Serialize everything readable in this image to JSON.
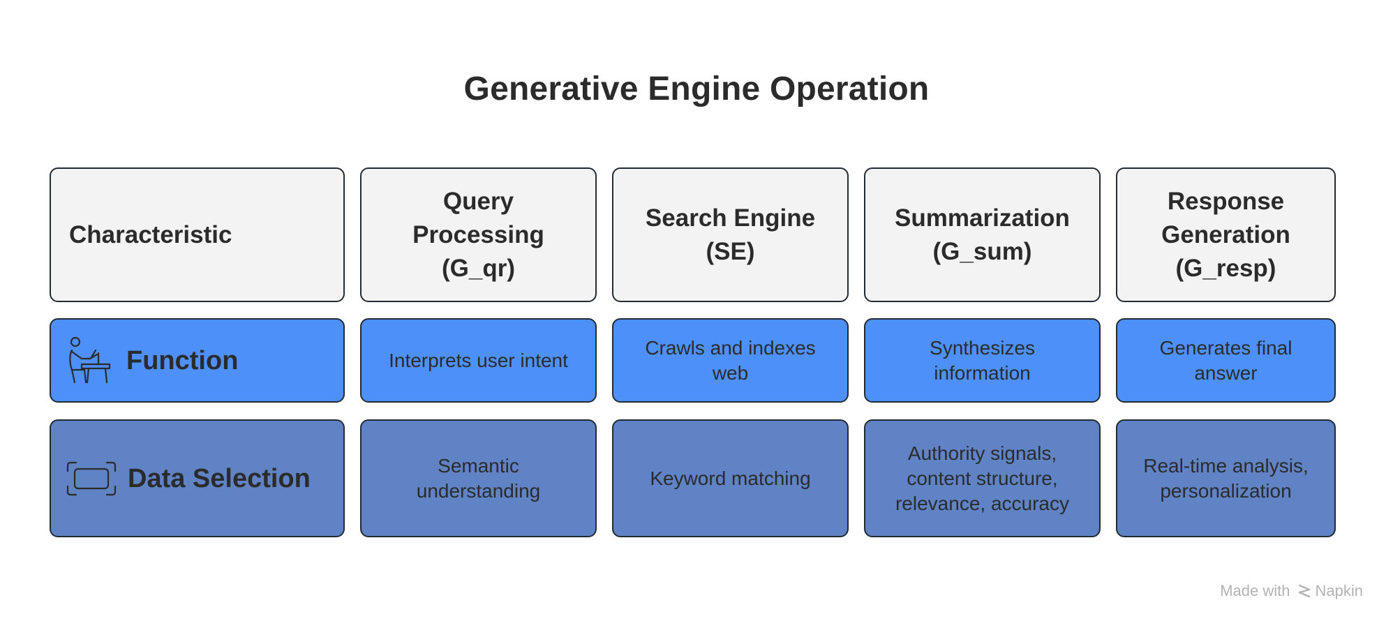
{
  "title": "Generative Engine Operation",
  "header": {
    "characteristic": "Characteristic",
    "columns": [
      "Query Processing (G_qr)",
      "Search Engine (SE)",
      "Summarization (G_sum)",
      "Response Generation (G_resp)"
    ]
  },
  "rows": [
    {
      "label": "Function",
      "icon": "person-at-desk-icon",
      "color": "#4e90fa",
      "cells": [
        "Interprets user intent",
        "Crawls and indexes web",
        "Synthesizes information",
        "Generates final answer"
      ]
    },
    {
      "label": "Data Selection",
      "icon": "selection-frame-icon",
      "color": "#5f83c4",
      "cells": [
        "Semantic understanding",
        "Keyword matching",
        "Authority signals, content structure, relevance, accuracy",
        "Real-time analysis, personalization"
      ]
    }
  ],
  "header_color": "#f3f3f3",
  "footer": {
    "made_with": "Made with",
    "brand": "Napkin"
  }
}
